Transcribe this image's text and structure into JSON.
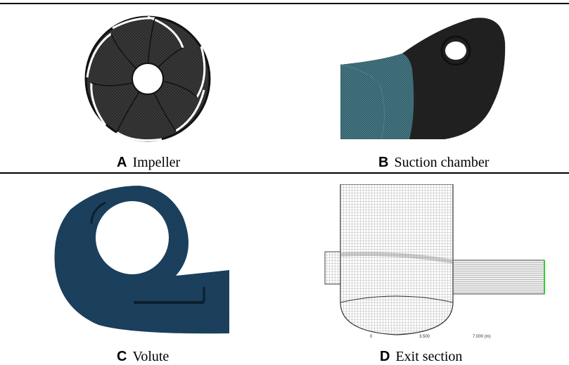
{
  "panels": [
    {
      "letter": "A",
      "caption": "Impeller"
    },
    {
      "letter": "B",
      "caption": "Suction chamber"
    },
    {
      "letter": "C",
      "caption": "Volute"
    },
    {
      "letter": "D",
      "caption": "Exit section"
    }
  ],
  "scale_bar": {
    "labels": [
      "0",
      "3.500",
      "7.000 (m)"
    ]
  },
  "colors": {
    "mesh_dark": "#1a1a1a",
    "mesh_teal": "#2c5a66",
    "volute_blue": "#173a56",
    "exit_grid": "#6f6f6f"
  }
}
